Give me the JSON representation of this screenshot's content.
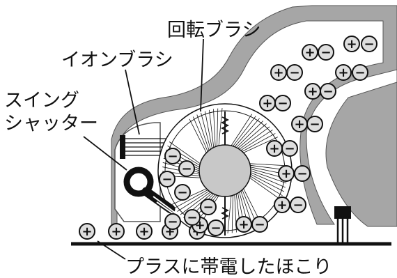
{
  "labels": {
    "rotary_brush": "回転ブラシ",
    "ion_brush": "イオンブラシ",
    "swing_shutter_line1": "スイング",
    "swing_shutter_line2": "シャッター",
    "charged_dust": "プラスに帯電したほこり"
  },
  "symbols": {
    "plus": "+",
    "minus": "−"
  },
  "colors": {
    "housing_gray": "#a6a6a6",
    "hub_gray": "#c8c8c8",
    "chip_fill": "#dedede",
    "stroke": "#111111"
  }
}
